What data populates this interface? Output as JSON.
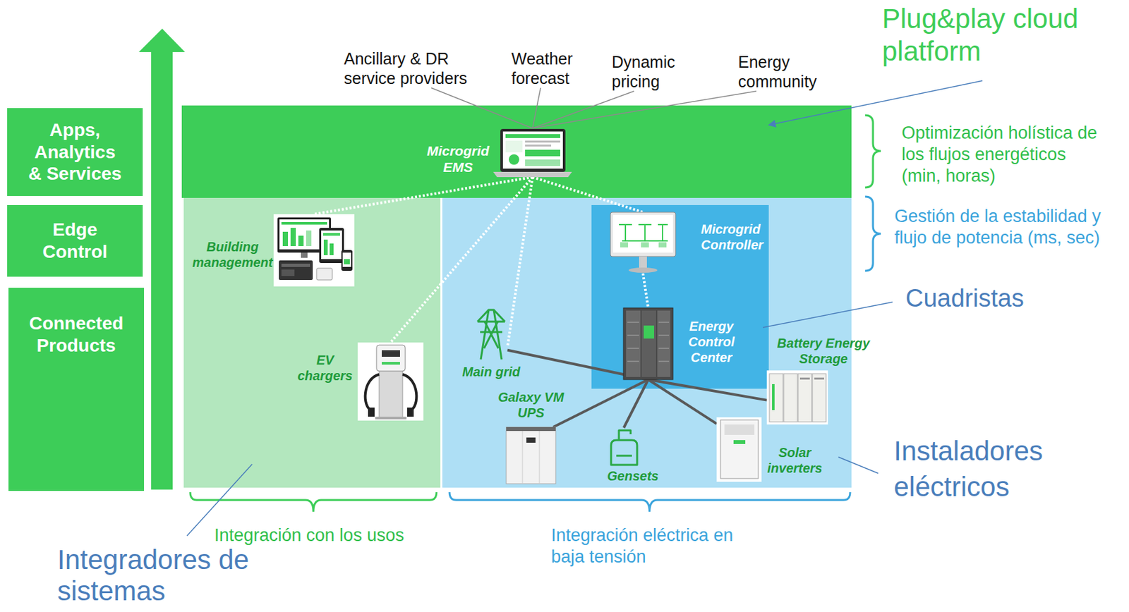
{
  "diagram": {
    "nodes": [
      {
        "text": [
          "Ancillary & DR service providers"
        ]
      },
      {
        "text": [
          "Weather forecast"
        ]
      },
      {
        "text": [
          "Dynamic pricing"
        ]
      },
      {
        "text": [
          "Energy community"
        ]
      },
      {
        "text": [
          "Apps, Analytics & Services"
        ]
      },
      {
        "text": [
          "Edge Control"
        ]
      },
      {
        "text": [
          "Connected Products"
        ]
      },
      {
        "text": [
          "Plug&play cloud platform"
        ]
      },
      {
        "text": [
          "Microgrid EMS"
        ],
        "in": 7
      },
      {
        "text": [
          "Integradores de sistemas"
        ]
      },
      {
        "text": [
          "Building management"
        ],
        "in": 9
      },
      {
        "text": [
          "EV chargers"
        ],
        "in": 9
      },
      {
        "text": [
          "Instaladores eléctricos"
        ]
      },
      {
        "text": [
          "Cuadristas"
        ],
        "in": 12
      },
      {
        "text": [
          "Microgrid Controller"
        ],
        "in": 13
      },
      {
        "text": [
          "Energy Control Center"
        ],
        "in": 13
      },
      {
        "text": [
          "Main grid"
        ],
        "in": 12
      },
      {
        "text": [
          "Battery Energy Storage"
        ],
        "in": 12
      },
      {
        "text": [
          "Galaxy VM UPS"
        ],
        "in": 12
      },
      {
        "text": [
          "Gensets"
        ],
        "in": 12
      },
      {
        "text": [
          "Solar inverters"
        ],
        "in": 12
      }
    ],
    "edges": [
      {
        "from": 0,
        "to": 8,
        "arrow": "none"
      },
      {
        "from": 1,
        "to": 8,
        "arrow": "none"
      },
      {
        "from": 2,
        "to": 8,
        "arrow": "none"
      },
      {
        "from": 3,
        "to": 8,
        "arrow": "none"
      },
      {
        "from": 8,
        "to": 10,
        "arrow": "none"
      },
      {
        "from": 8,
        "to": 11,
        "arrow": "none"
      },
      {
        "from": 8,
        "to": 16,
        "arrow": "none"
      },
      {
        "from": 8,
        "to": 14,
        "arrow": "none"
      },
      {
        "from": 14,
        "to": 15,
        "arrow": "none"
      },
      {
        "from": 15,
        "to": 16,
        "arrow": "none"
      },
      {
        "from": 15,
        "to": 17,
        "arrow": "none"
      },
      {
        "from": 15,
        "to": 18,
        "arrow": "none"
      },
      {
        "from": 15,
        "to": 19,
        "arrow": "none"
      },
      {
        "from": 15,
        "to": 20,
        "arrow": "none"
      }
    ],
    "labels": [
      "Optimización holística de los flujos energéticos (min, horas)",
      "Gestión de la estabilidad y flujo de potencia (ms, sec)",
      "Integración con los usos",
      "Integración eléctrica en baja tensión"
    ]
  }
}
